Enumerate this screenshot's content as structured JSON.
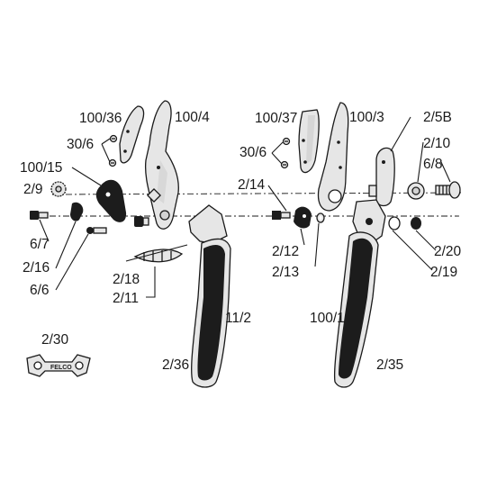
{
  "labels": {
    "blade_left": "100/36",
    "anvil_left": "100/4",
    "screws_left": "30/6",
    "blade_cover": "100/15",
    "nut_left": "2/9",
    "pin_left": "6/7",
    "clip_left": "2/16",
    "screw_left": "6/6",
    "spring_left": "2/18",
    "sleeve_left": "2/11",
    "handle_left": "11/2",
    "grip_left": "2/36",
    "key": "2/30",
    "blade_right": "100/37",
    "anvil_right": "100/3",
    "screws_right": "30/6",
    "catch_right": "2/5B",
    "axle": "2/14",
    "sleeve_right": "2/10",
    "bolt_right": "6/8",
    "clip_right": "2/12",
    "washer_right": "2/13",
    "handle_right": "100/1",
    "grip_right": "2/35",
    "stopper": "2/20",
    "ring": "2/19"
  },
  "key_brand": "FELCO"
}
